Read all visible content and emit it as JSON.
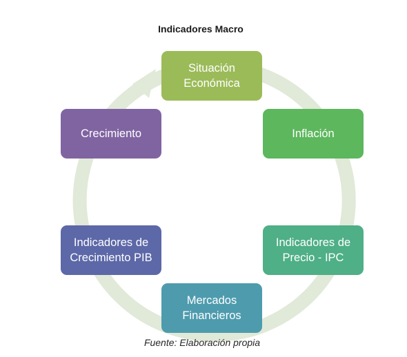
{
  "title": "Indicadores Macro",
  "cycle": {
    "ring_color": "#e1e9d8",
    "nodes": [
      {
        "label": "Situación\nEconómica",
        "color": "#9bbb59"
      },
      {
        "label": "Inflación",
        "color": "#5db75d"
      },
      {
        "label": "Indicadores de\nPrecio - IPC",
        "color": "#4faf86"
      },
      {
        "label": "Mercados\nFinancieros",
        "color": "#4e9bae"
      },
      {
        "label": "Indicadores de\nCrecimiento PIB",
        "color": "#5d68a8"
      },
      {
        "label": "Crecimiento",
        "color": "#8064a2"
      }
    ]
  },
  "caption": "Fuente: Elaboración propia"
}
